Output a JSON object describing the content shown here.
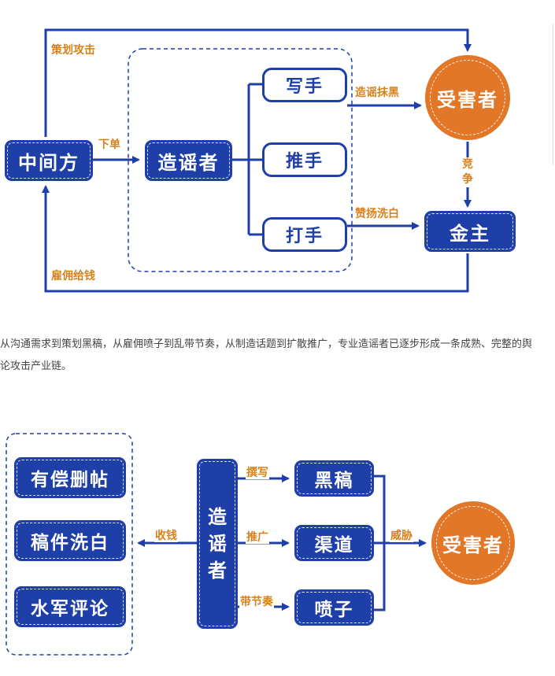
{
  "diagram1": {
    "nodes": {
      "middleman": "中间方",
      "rumor_maker": "造谣者",
      "writer": "写手",
      "promoter": "推手",
      "fighter": "打手",
      "victim": "受害者",
      "sponsor": "金主"
    },
    "edge_labels": {
      "plan_attack": "策划攻击",
      "place_order": "下单",
      "smear": "造谣抹黑",
      "whitewash": "赞扬洗白",
      "competition": "竞争",
      "hire_pay": "雇佣给钱"
    }
  },
  "caption": "从沟通需求到策划黑稿，从雇佣喷子到乱带节奏，从制造话题到扩散推广，专业造谣者已逐步形成一条成熟、完整的舆论攻击产业链。",
  "diagram2": {
    "services": [
      "有偿删帖",
      "稿件洗白",
      "水军评论"
    ],
    "center": "造谣者",
    "outputs": [
      "黑稿",
      "渠道",
      "喷子"
    ],
    "victim": "受害者",
    "edge_labels": {
      "collect_money": "收钱",
      "write": "撰写",
      "promote": "推广",
      "lead": "带节奏",
      "threaten": "威胁"
    }
  },
  "colors": {
    "blue": "#1f3fa8",
    "orange_node": "#e27728",
    "orange_label": "#d8811a"
  }
}
